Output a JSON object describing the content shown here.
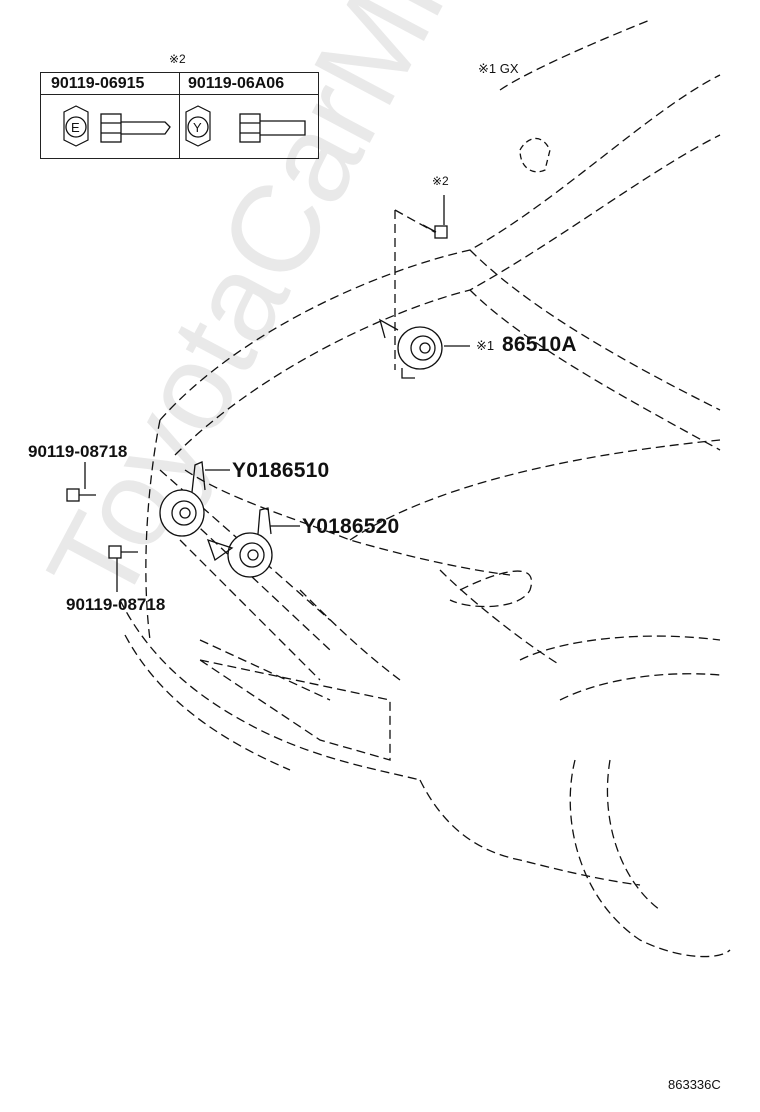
{
  "legend": {
    "group_mark": "※2",
    "columns": [
      {
        "part_no": "90119-06915",
        "marker": "E"
      },
      {
        "part_no": "90119-06A06",
        "marker": "Y"
      }
    ]
  },
  "note_gx": "※1 GX",
  "bolt_top_mark": "※2",
  "callouts": {
    "horn_a_mark": "※1",
    "horn_a": "86510A",
    "horn_high": "Y0186510",
    "horn_low": "Y0186520",
    "bolt_upper": "90119-08718",
    "bolt_lower": "90119-08718"
  },
  "diagram_id": "863336C",
  "watermark": "ToyotaCarMine.ru"
}
